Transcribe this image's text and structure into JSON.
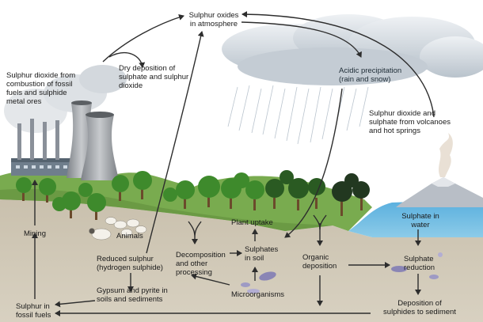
{
  "labels": {
    "sulphur_oxides": "Sulphur oxides\nin atmosphere",
    "so2_combustion": "Sulphur dioxide from\ncombustion of fossil\nfuels and sulphide\nmetal ores",
    "dry_deposition": "Dry deposition of\nsulphate and sulphur\ndioxide",
    "acidic_precip": "Acidic precipitation\n(rain and snow)",
    "so2_volcanoes": "Sulphur dioxide and\nsulphate from volcanoes\nand hot springs",
    "plant_uptake": "Plant uptake",
    "animals": "Animals",
    "mining": "Mining",
    "reduced_sulphur": "Reduced sulphur\n(hydrogen sulphide)",
    "decomposition": "Decomposition\nand other\nprocessing",
    "sulphates_soil": "Sulphates\nin soil",
    "organic_deposition": "Organic\ndeposition",
    "sulphate_water": "Sulphate in\nwater",
    "sulphate_reduction": "Sulphate\nreduction",
    "gypsum_pyrite": "Gypsum and pyrite in\nsoils and sediments",
    "microorganisms": "Microorganisms",
    "sulphur_fossil": "Sulphur in\nfossil fuels",
    "deposition_sulphides": "Deposition of\nsulphides to sediment"
  },
  "colors": {
    "ground": "#cfc6b4",
    "grass": "#79ab4f",
    "water": "#6bb7e0",
    "cloud": "#d7dde4",
    "arrow": "#2d2d2d",
    "tree": "#3e8a2c"
  }
}
